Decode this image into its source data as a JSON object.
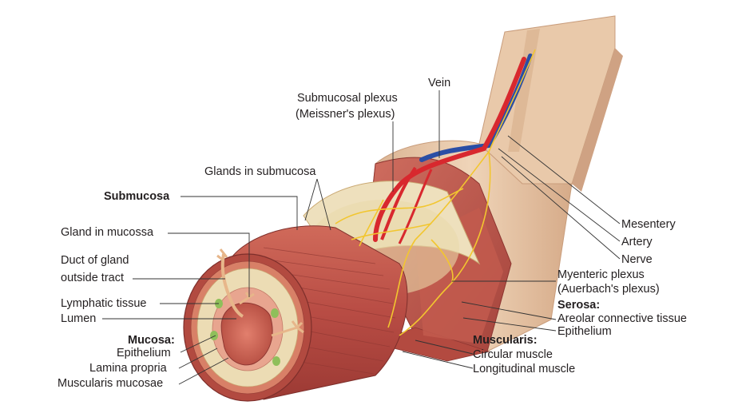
{
  "labels": {
    "vein": "Vein",
    "submucosal_plexus_1": "Submucosal plexus",
    "submucosal_plexus_2": "(Meissner's plexus)",
    "glands_in_submucosa": "Glands in submucosa",
    "submucosa": "Submucosa",
    "gland_in_mucossa": "Gland in mucossa",
    "duct_1": "Duct of gland",
    "duct_2": "outside tract",
    "lymphatic_tissue": "Lymphatic tissue",
    "lumen": "Lumen",
    "mucosa_header": "Mucosa:",
    "epithelium": "Epithelium",
    "lamina_propria": "Lamina propria",
    "muscularis_mucosae": "Muscularis mucosae",
    "mesentery": "Mesentery",
    "artery": "Artery",
    "nerve": "Nerve",
    "myenteric_1": "Myenteric plexus",
    "myenteric_2": "(Auerbach's plexus)",
    "serosa_header": "Serosa:",
    "areolar": "Areolar connective tissue",
    "serosa_epithelium": "Epithelium",
    "muscularis_header": "Muscularis:",
    "circular_muscle": "Circular muscle",
    "longitudinal_muscle": "Longitudinal muscle"
  },
  "colors": {
    "serosa": "#e2bf9e",
    "serosa_dark": "#cfa283",
    "muscle": "#c0584d",
    "muscle_dark": "#a23e37",
    "submucosa": "#ecdcb4",
    "mucosa": "#e4a08b",
    "lumen": "#c65c4c",
    "artery": "#d8282e",
    "vein": "#2a4ea5",
    "nerve": "#f2c62f",
    "lymph": "#8fbf5a",
    "gland": "#e7b68a"
  }
}
